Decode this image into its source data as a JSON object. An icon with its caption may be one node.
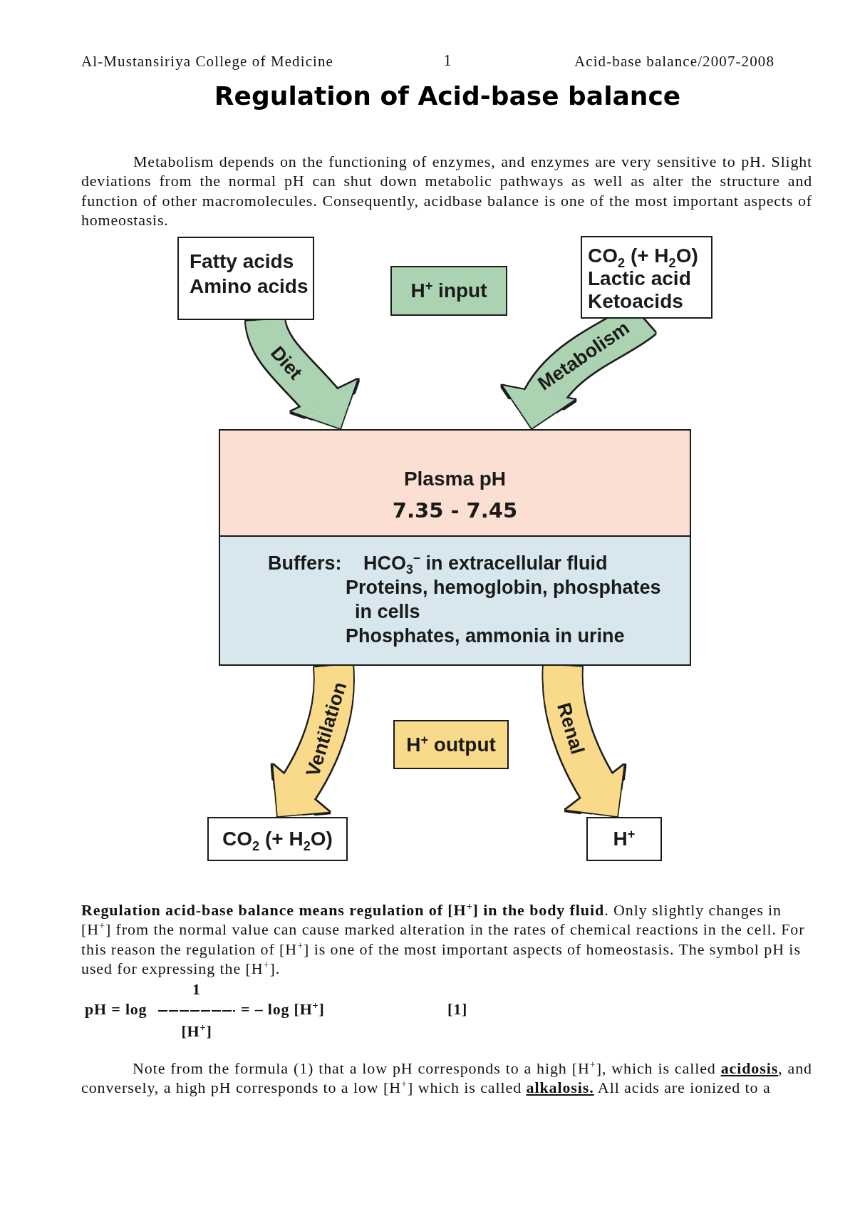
{
  "diagram": {
    "title": "Regulation of Acid-base balance",
    "nodes": [
      {
        "text": [
          "Fatty acids",
          "Amino acids"
        ]
      },
      {
        "text": [
          "H$^{+}$ input"
        ]
      },
      {
        "text": [
          "CO$_{2}$ (+ H$_{2}$O)",
          "Lactic acid",
          "Ketoacids"
        ]
      },
      {
        "text": [
          "Plasma pH",
          "7.35 - 7.45"
        ]
      },
      {
        "text": [
          "Buffers:",
          "HCO$_{3}$$^{−}$ in extracellular fluid",
          "Proteins, hemoglobin, phosphates in cells",
          "Phosphates, ammonia in urine"
        ]
      },
      {
        "text": [
          "H$^{+}$ output"
        ]
      },
      {
        "text": [
          "CO$_{2}$ (+ H$_{2}$O)"
        ]
      },
      {
        "text": [
          "H$^{+}$"
        ]
      }
    ],
    "edges": [
      {
        "from": 0,
        "to": 3,
        "label": "Diet",
        "arrow": "to",
        "color": "#acd3b1"
      },
      {
        "from": 2,
        "to": 3,
        "label": "Metabolism",
        "arrow": "to",
        "color": "#acd3b1"
      },
      {
        "from": 4,
        "to": 6,
        "label": "Ventilation",
        "arrow": "to",
        "color": "#f8da8a"
      },
      {
        "from": 4,
        "to": 7,
        "label": "Renal",
        "arrow": "to",
        "color": "#f8da8a"
      }
    ],
    "labels": [
      "Al-Mustansiriya College of Medicine",
      "1",
      "Acid-base balance/2007-2008",
      "Metabolism depends on the functioning of enzymes, and enzymes are very sensitive to pH. Slight deviations from the normal pH can shut down metabolic pathways as well as alter the structure and function of other macromolecules. Consequently, acidbase balance is one of the most important aspects of homeostasis.",
      "**Regulation acid-base balance means regulation of [H$^{+}$] in the body fluid**. Only slightly changes in [H$^{+}$] from the normal value can cause marked alteration in the rates of chemical reactions in the cell. For this reason the regulation of [H$^{+}$] is one of the most important aspects of homeostasis. The symbol pH is used for expressing the [H$^{+}$].",
      "1",
      "pH = log",
      "= – log [H$^{+}$]",
      "[1]",
      "[H$^{+}$]",
      "Note from the formula (1) that a low pH corresponds to a high [H$^{+}$], which is called **acidosis**, and conversely, a high pH corresponds to a low [H$^{+}$] which is called **alkalosis.** All acids are ionized to a"
    ]
  }
}
